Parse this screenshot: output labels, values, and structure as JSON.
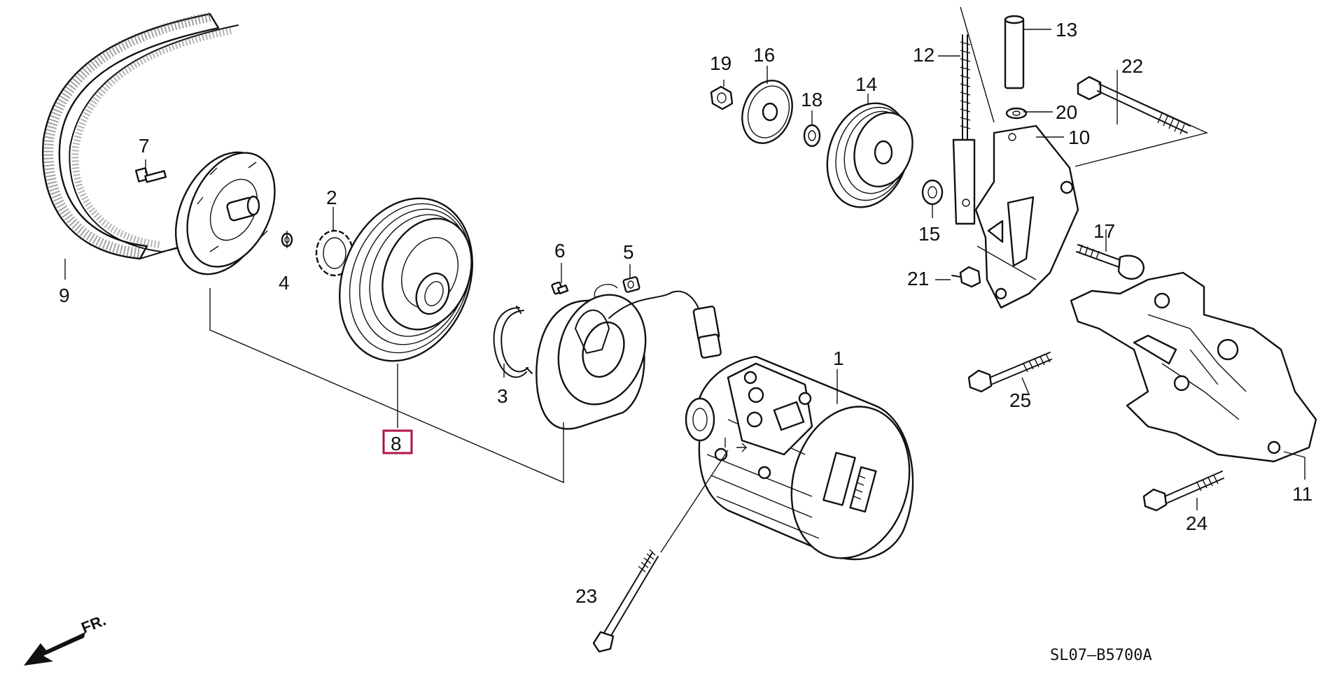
{
  "diagram": {
    "title": "",
    "drawing_code": "SL07–B5700A",
    "direction_label": "FR.",
    "highlighted_part": "8",
    "highlight_color": "#b0124a",
    "callouts": {
      "p1": "1",
      "p2": "2",
      "p3": "3",
      "p4": "4",
      "p5": "5",
      "p6": "6",
      "p7": "7",
      "p8": "8",
      "p9": "9",
      "p10": "10",
      "p11": "11",
      "p12": "12",
      "p13": "13",
      "p14": "14",
      "p15": "15",
      "p16": "16",
      "p17": "17",
      "p18": "18",
      "p19": "19",
      "p20": "20",
      "p21": "21",
      "p22": "22",
      "p23": "23",
      "p24": "24",
      "p25": "25"
    }
  }
}
